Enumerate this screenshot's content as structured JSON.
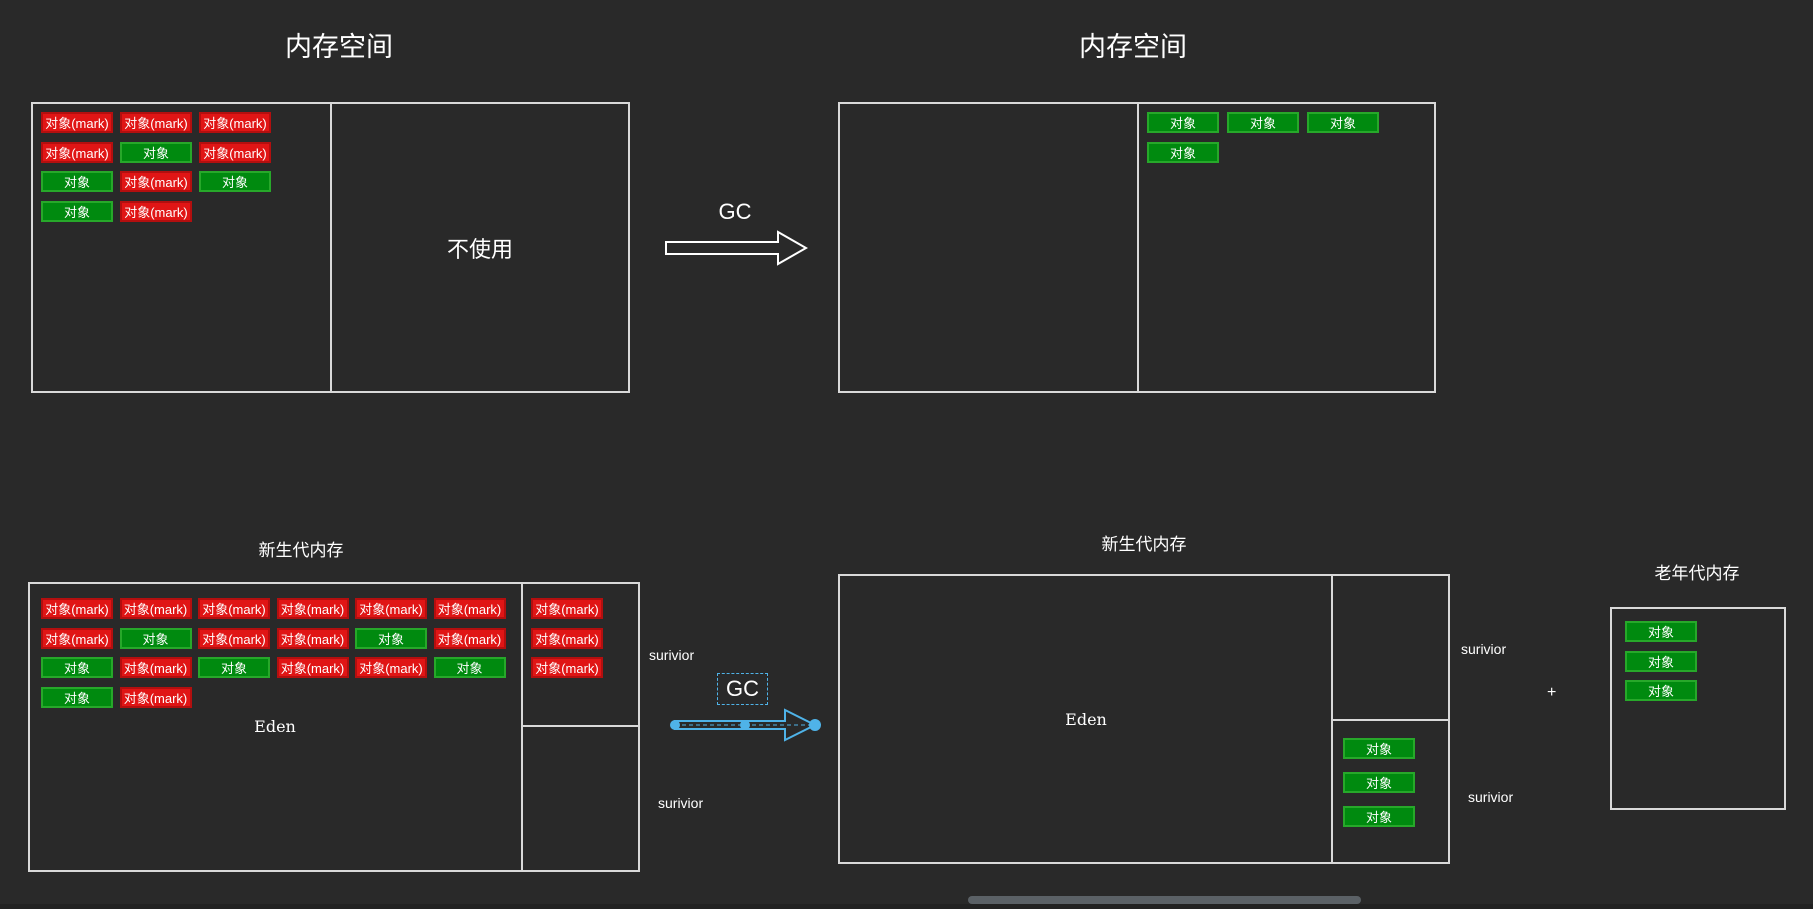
{
  "top": {
    "left_title": "内存空间",
    "right_title": "内存空间",
    "unused_label": "不使用",
    "gc_label": "GC",
    "left_objects": [
      {
        "text": "对象(mark)",
        "type": "red"
      },
      {
        "text": "对象(mark)",
        "type": "red"
      },
      {
        "text": "对象(mark)",
        "type": "red"
      },
      {
        "text": "对象(mark)",
        "type": "red"
      },
      {
        "text": "对象",
        "type": "green"
      },
      {
        "text": "对象(mark)",
        "type": "red"
      },
      {
        "text": "对象",
        "type": "green"
      },
      {
        "text": "对象(mark)",
        "type": "red"
      },
      {
        "text": "对象",
        "type": "green"
      },
      {
        "text": "对象",
        "type": "green"
      },
      {
        "text": "对象(mark)",
        "type": "red"
      }
    ],
    "right_objects": [
      {
        "text": "对象",
        "type": "green"
      },
      {
        "text": "对象",
        "type": "green"
      },
      {
        "text": "对象",
        "type": "green"
      },
      {
        "text": "对象",
        "type": "green"
      }
    ]
  },
  "bottom": {
    "left_title": "新生代内存",
    "right_title": "新生代内存",
    "old_gen_title": "老年代内存",
    "eden_label": "Eden",
    "survivor_label": "surivior",
    "gc_label": "GC",
    "plus": "+",
    "eden_objects": [
      {
        "text": "对象(mark)",
        "type": "red"
      },
      {
        "text": "对象(mark)",
        "type": "red"
      },
      {
        "text": "对象(mark)",
        "type": "red"
      },
      {
        "text": "对象(mark)",
        "type": "red"
      },
      {
        "text": "对象(mark)",
        "type": "red"
      },
      {
        "text": "对象(mark)",
        "type": "red"
      },
      {
        "text": "对象(mark)",
        "type": "red"
      },
      {
        "text": "对象",
        "type": "green"
      },
      {
        "text": "对象(mark)",
        "type": "red"
      },
      {
        "text": "对象(mark)",
        "type": "red"
      },
      {
        "text": "对象",
        "type": "green"
      },
      {
        "text": "对象(mark)",
        "type": "red"
      },
      {
        "text": "对象",
        "type": "green"
      },
      {
        "text": "对象(mark)",
        "type": "red"
      },
      {
        "text": "对象",
        "type": "green"
      },
      {
        "text": "对象(mark)",
        "type": "red"
      },
      {
        "text": "对象(mark)",
        "type": "red"
      },
      {
        "text": "对象",
        "type": "green"
      },
      {
        "text": "对象",
        "type": "green"
      },
      {
        "text": "对象(mark)",
        "type": "red"
      }
    ],
    "survivor_objects": [
      {
        "text": "对象(mark)",
        "type": "red"
      },
      {
        "text": "对象(mark)",
        "type": "red"
      },
      {
        "text": "对象(mark)",
        "type": "red"
      }
    ],
    "after_survivor_objects": [
      {
        "text": "对象",
        "type": "green"
      },
      {
        "text": "对象",
        "type": "green"
      },
      {
        "text": "对象",
        "type": "green"
      }
    ],
    "old_gen_objects": [
      {
        "text": "对象",
        "type": "green"
      },
      {
        "text": "对象",
        "type": "green"
      },
      {
        "text": "对象",
        "type": "green"
      }
    ]
  },
  "colors": {
    "background": "#292929",
    "marked_object": "#e01515",
    "live_object": "#008a0f",
    "selection_accent": "#4fb3e8"
  }
}
